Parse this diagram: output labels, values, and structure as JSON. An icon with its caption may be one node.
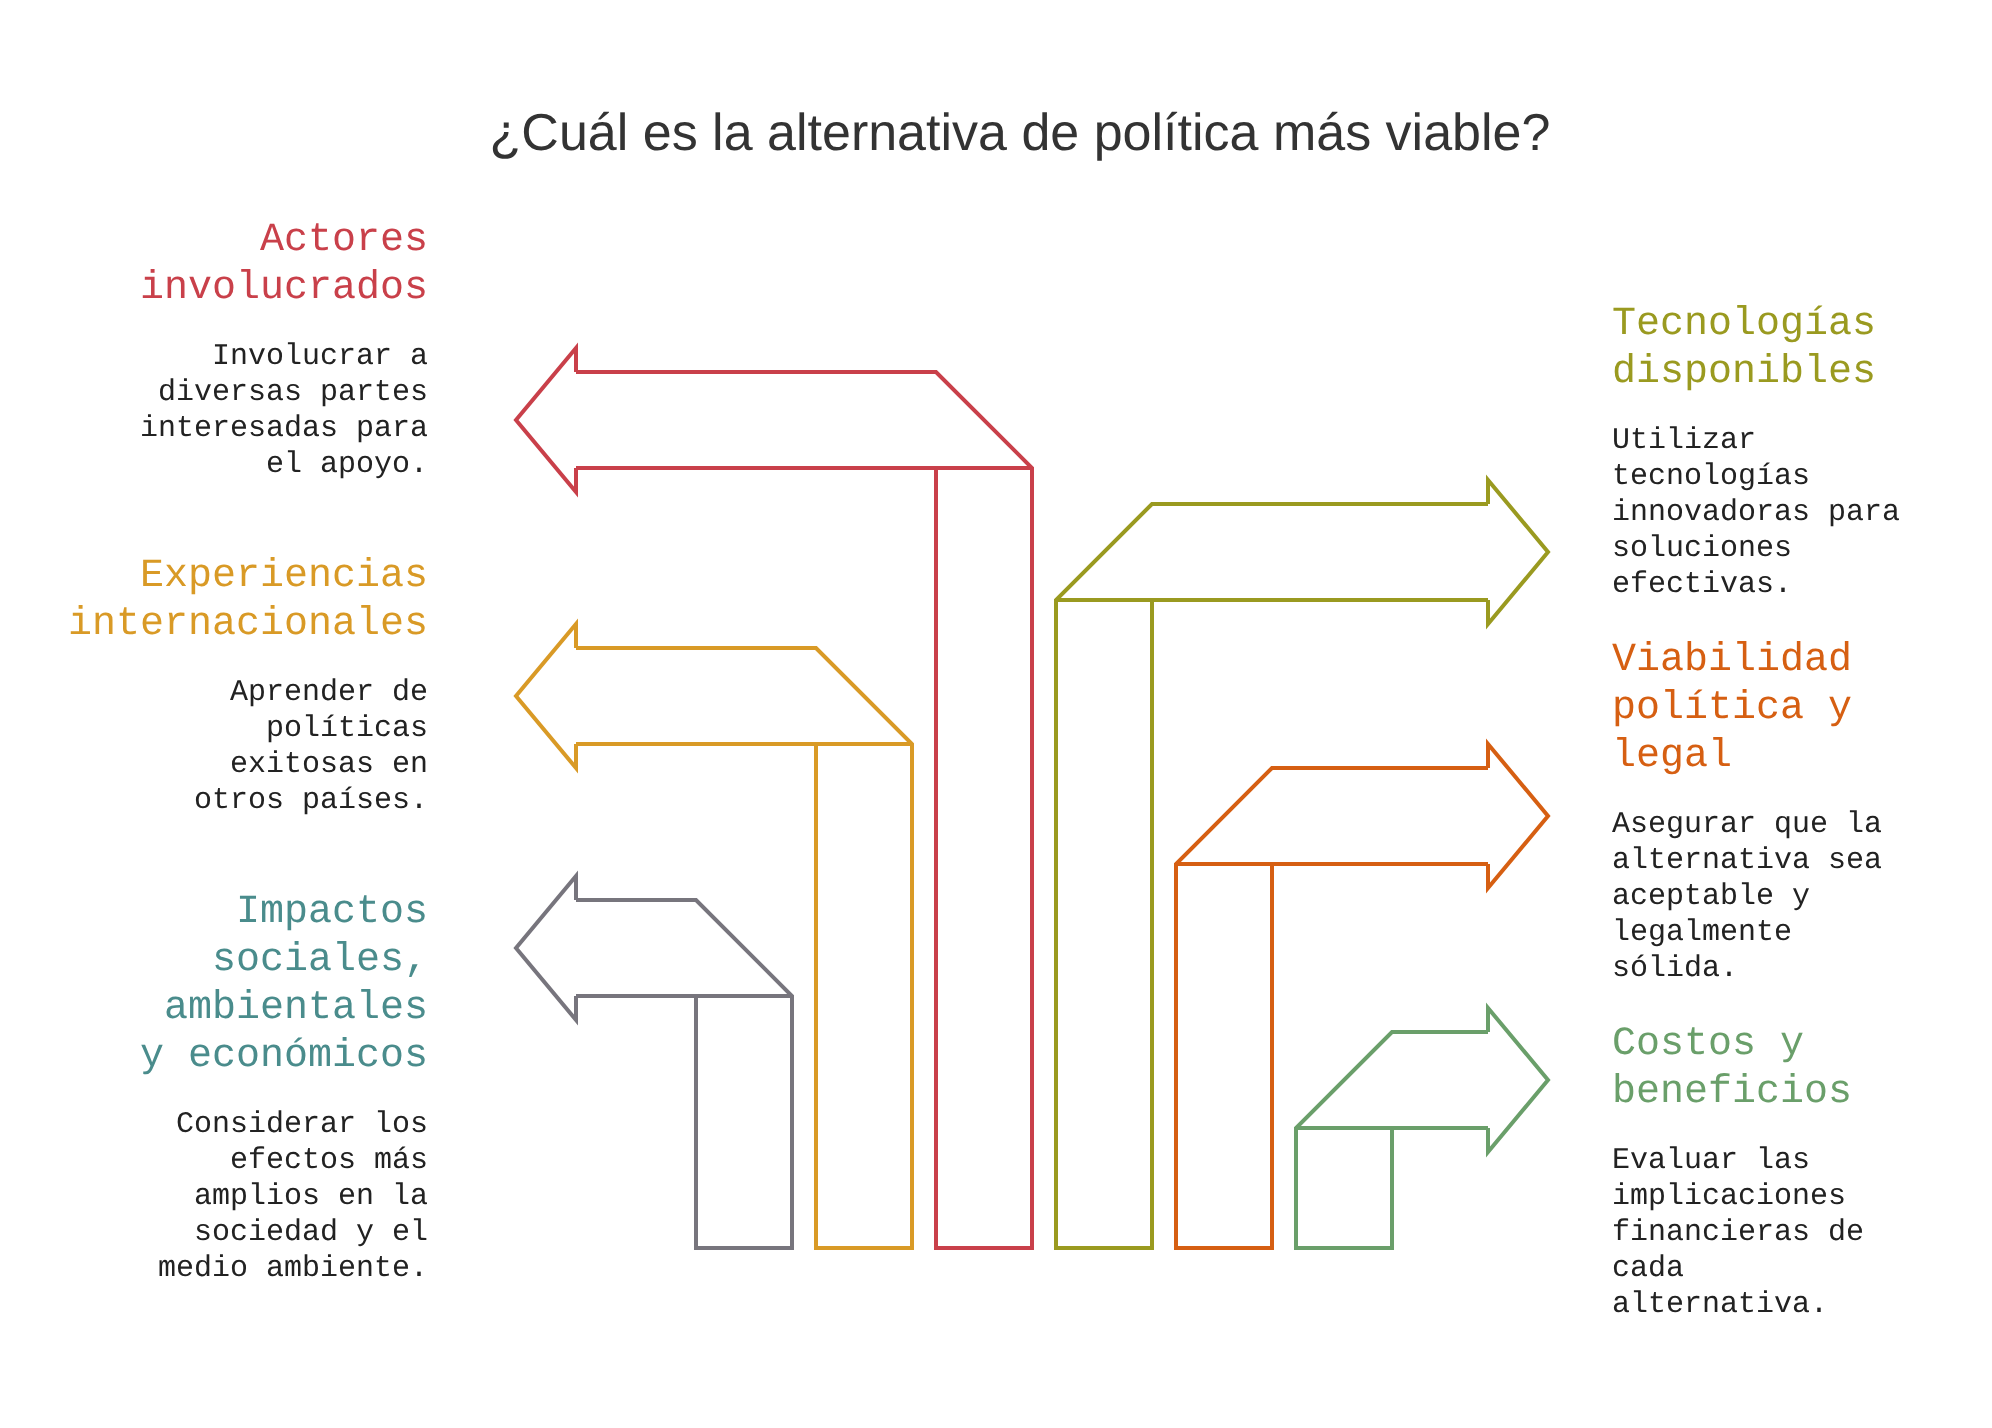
{
  "diagram": {
    "title": "¿Cuál es la alternativa de política más viable?",
    "nodes": [
      {
        "text": [
          "Actores involucrados",
          "Involucrar a diversas partes interesadas para el apoyo."
        ]
      },
      {
        "text": [
          "Experiencias internacionales",
          "Aprender de políticas exitosas en otros países."
        ]
      },
      {
        "text": [
          "Impactos sociales, ambientales y económicos",
          "Considerar los efectos más amplios en la sociedad y el medio ambiente."
        ]
      },
      {
        "text": [
          "Tecnologías disponibles",
          "Utilizar tecnologías innovadoras para soluciones efectivas."
        ]
      },
      {
        "text": [
          "Viabilidad política y legal",
          "Asegurar que la alternativa sea aceptable y legalmente sólida."
        ]
      },
      {
        "text": [
          "Costos y beneficios",
          "Evaluar las implicaciones financieras de cada alternativa."
        ]
      }
    ],
    "edges": [
      {
        "from": null,
        "to": 0,
        "arrow": "to",
        "color": "#c9404a"
      },
      {
        "from": null,
        "to": 1,
        "arrow": "to",
        "color": "#d99a26"
      },
      {
        "from": null,
        "to": 2,
        "arrow": "to",
        "color": "#77757d"
      },
      {
        "from": null,
        "to": 3,
        "arrow": "to",
        "color": "#9a9a20"
      },
      {
        "from": null,
        "to": 4,
        "arrow": "to",
        "color": "#d65f12"
      },
      {
        "from": null,
        "to": 5,
        "arrow": "to",
        "color": "#6a9f6a"
      }
    ]
  }
}
